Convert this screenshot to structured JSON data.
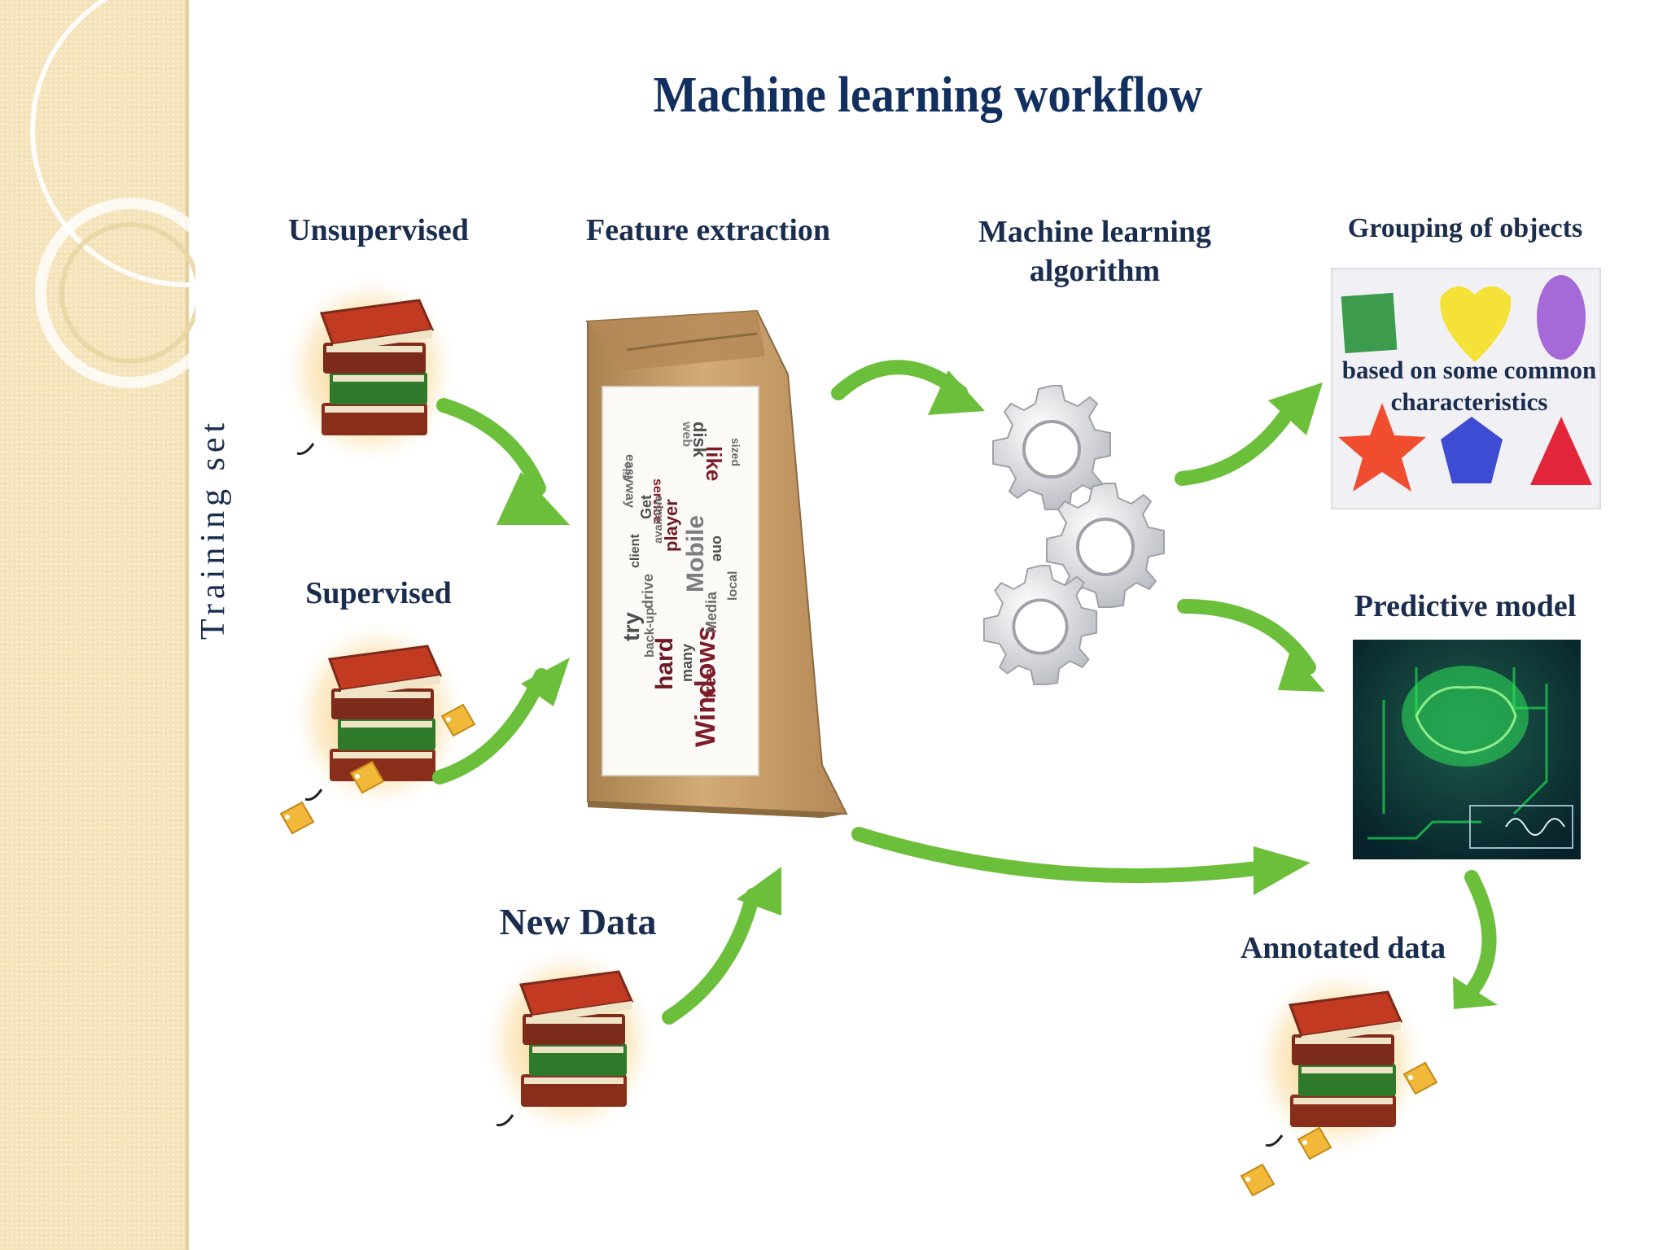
{
  "title": "Machine learning workflow",
  "labels": {
    "unsupervised": "Unsupervised",
    "supervised": "Supervised",
    "training_set": "Training set",
    "feature_extraction": "Feature extraction",
    "ml_algorithm_line1": "Machine learning",
    "ml_algorithm_line2": "algorithm",
    "grouping": "Grouping of objects",
    "grouping_sub_line1": "based on some common",
    "grouping_sub_line2": "characteristics",
    "predictive_model": "Predictive model",
    "new_data": "New Data",
    "annotated_data": "Annotated data"
  },
  "wordcloud": {
    "words": [
      "Windows",
      "hard",
      "Mobile",
      "like",
      "try",
      "player",
      "free",
      "Media",
      "disk",
      "service",
      "easyway",
      "client",
      "back-up",
      "many",
      "drive",
      "local",
      "one",
      "Get",
      "available",
      "sized",
      "web",
      "file"
    ]
  },
  "colors": {
    "title": "#12305f",
    "arrow": "#6cbf3a",
    "band": "#f4e2b8",
    "book_red": "#c23a22",
    "book_green": "#2f7a2a",
    "bag": "#c49a63"
  }
}
